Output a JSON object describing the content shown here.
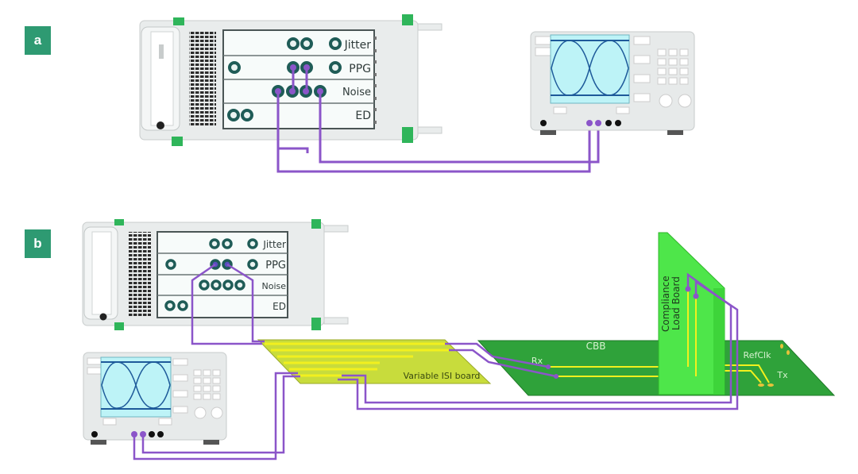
{
  "panels": {
    "a": {
      "label": "a"
    },
    "b": {
      "label": "b"
    }
  },
  "instrument_modules": {
    "jitter": "Jitter",
    "ppg": "PPG",
    "noise": "Noise",
    "ed": "ED"
  },
  "boards": {
    "isi": "Variable ISI board",
    "cbb": "CBB",
    "clb_line1": "Compliance",
    "clb_line2": "Load Board",
    "rx": "Rx",
    "tx": "Tx",
    "refclk": "RefClk"
  },
  "colors": {
    "label_bg": "#2e9a72",
    "cable": "#8b55c9",
    "connector": "#1f5c57",
    "isi_board": "#c8dc3c",
    "cbb_board": "#2fa23a",
    "clb_board": "#4ee64a",
    "trace": "#f2f01e",
    "scope_screen": "#bdf3f7"
  }
}
